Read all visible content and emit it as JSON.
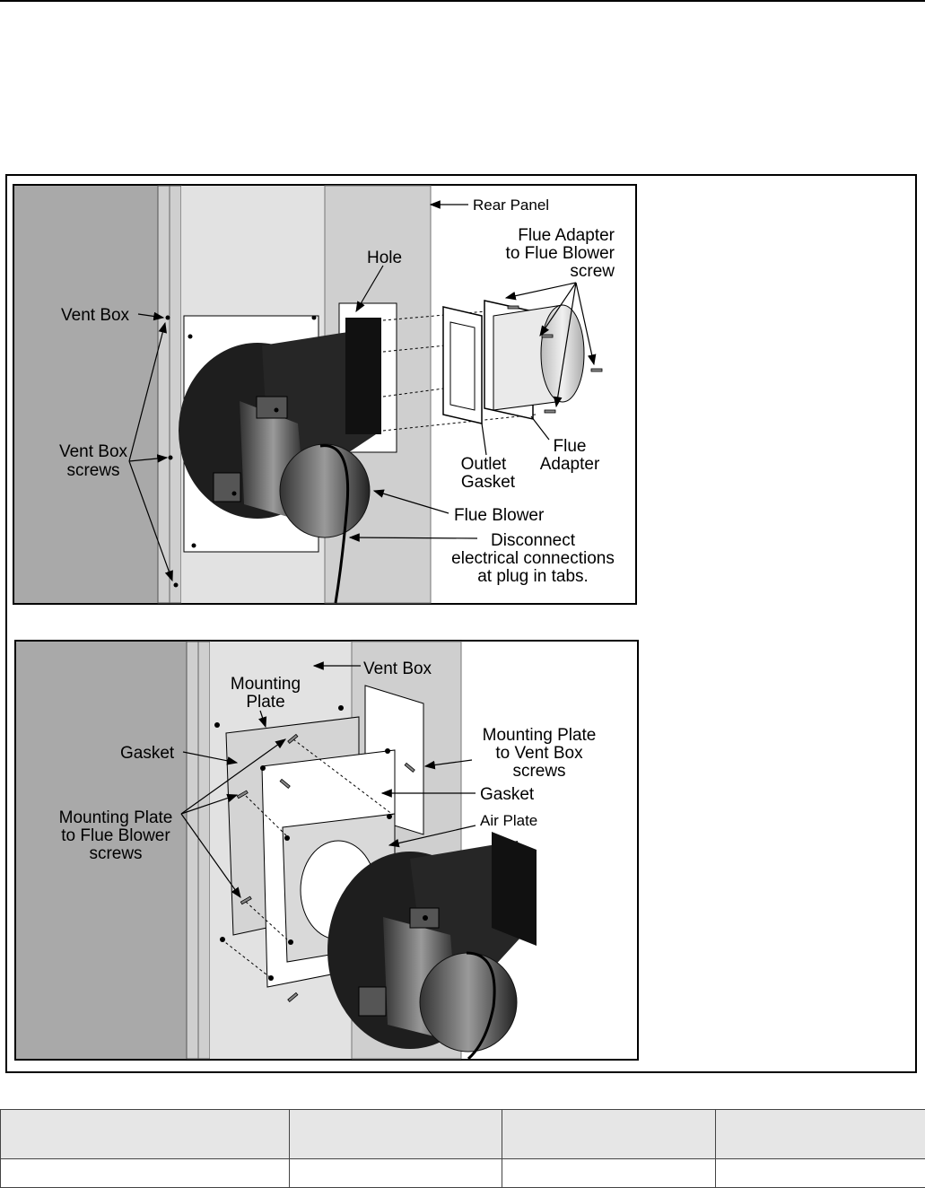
{
  "figure_top": {
    "labels": {
      "rear_panel": "Rear Panel",
      "flue_adapter_screw_1": "Flue Adapter",
      "flue_adapter_screw_2": "to Flue Blower",
      "flue_adapter_screw_3": "screw",
      "hole": "Hole",
      "vent_box": "Vent Box",
      "vent_box_screws_1": "Vent Box",
      "vent_box_screws_2": "screws",
      "outlet_gasket_1": "Outlet",
      "outlet_gasket_2": "Gasket",
      "flue_adapter_1": "Flue",
      "flue_adapter_2": "Adapter",
      "flue_blower": "Flue Blower",
      "disconnect_1": "Disconnect",
      "disconnect_2": "electrical connections",
      "disconnect_3": "at plug in tabs."
    }
  },
  "figure_bottom": {
    "labels": {
      "vent_box": "Vent Box",
      "mounting_plate_1": "Mounting",
      "mounting_plate_2": "Plate",
      "gasket_left": "Gasket",
      "mp_vent_box_1": "Mounting Plate",
      "mp_vent_box_2": "to Vent Box",
      "mp_vent_box_3": "screws",
      "gasket_right": "Gasket",
      "air_plate": "Air Plate",
      "mp_flue_blower_1": "Mounting Plate",
      "mp_flue_blower_2": "to Flue Blower",
      "mp_flue_blower_3": "screws"
    }
  },
  "colors": {
    "panel_dark": "#a9a9a9",
    "panel_mid": "#cfcfcf",
    "panel_light": "#e2e2e2",
    "blower_dark": "#1e1e1e",
    "blower_mid": "#5a5a5a"
  },
  "table": {
    "columns": 4,
    "rows": 1
  }
}
